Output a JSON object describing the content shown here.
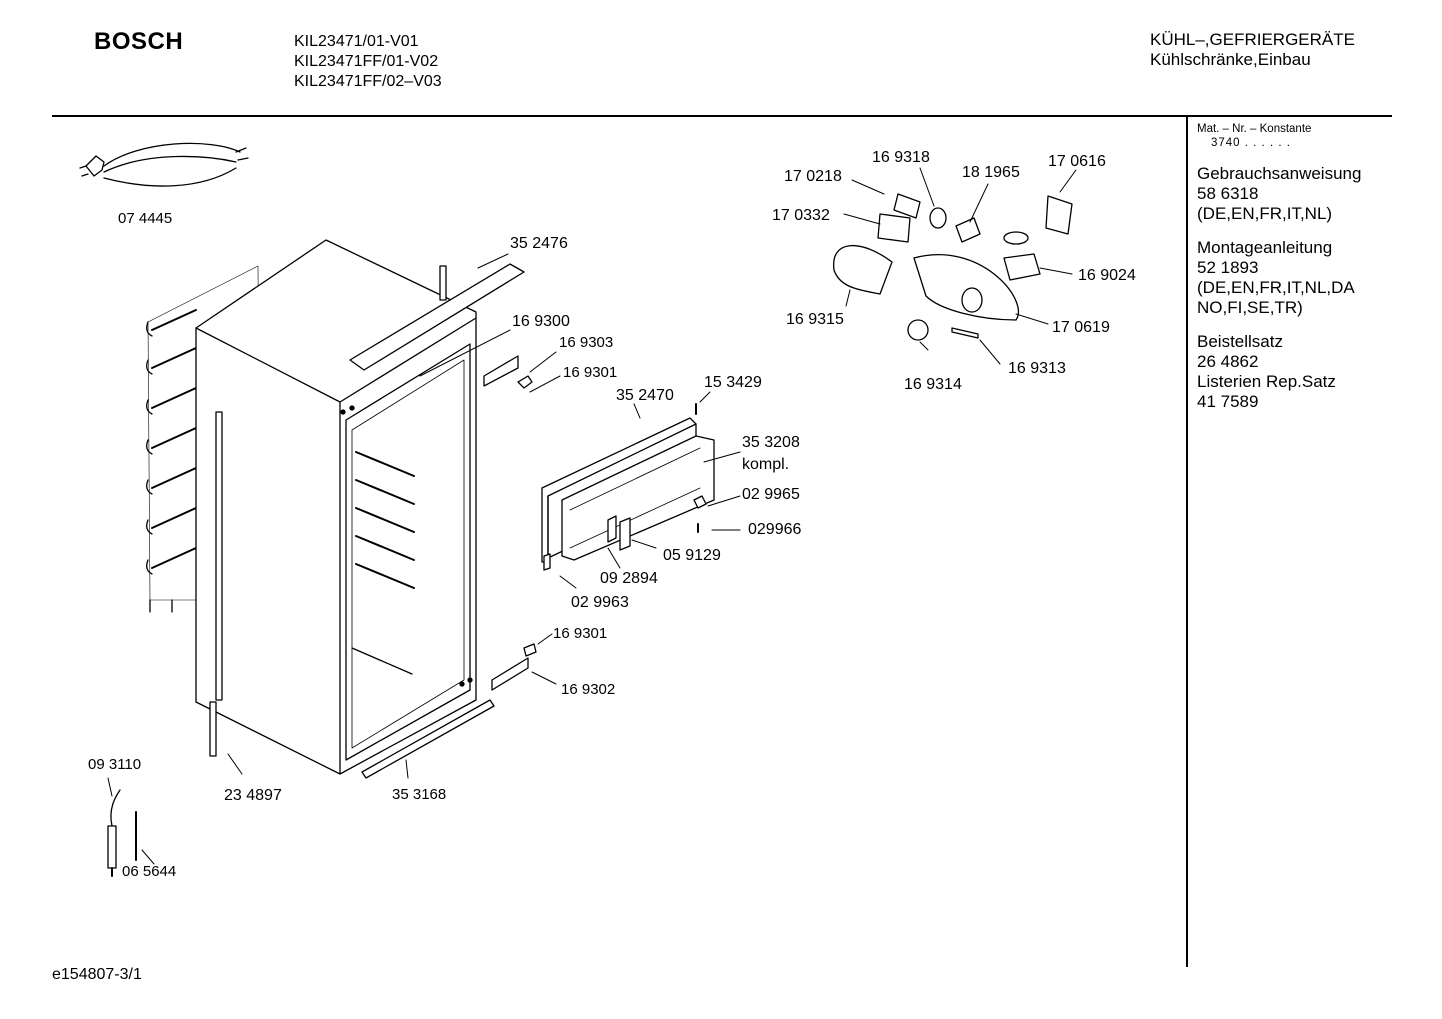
{
  "header": {
    "brand": "BOSCH",
    "models": [
      "KIL23471/01-V01",
      "KIL23471FF/01-V02",
      "KIL23471FF/02–V03"
    ],
    "category_line1": "KÜHL–,GEFRIERGERÄTE",
    "category_line2": "Kühlschränke,Einbau"
  },
  "sidebar": {
    "mat_nr_label": "Mat. – Nr. – Konstante",
    "mat_nr_value": "3740  .  .  .  .  .  .",
    "blocks": [
      {
        "lines": [
          "Gebrauchsanweisung",
          "58 6318",
          "(DE,EN,FR,IT,NL)"
        ]
      },
      {
        "lines": [
          "Montageanleitung",
          "52 1893",
          "(DE,EN,FR,IT,NL,DA",
          "NO,FI,SE,TR)"
        ]
      },
      {
        "lines": [
          "Beistellsatz",
          "26 4862",
          "Listerien Rep.Satz",
          "41 7589"
        ]
      }
    ]
  },
  "parts": {
    "power_cord": "07 4445",
    "hinge_bar_top": "35 2476",
    "hinge_top": "16 9300",
    "hinge_bracket_top": "16 9303",
    "hinge_pin_top": "16 9301",
    "freezer_door_frame": "35 2470",
    "screw": "15 3429",
    "freezer_door": "35 3208",
    "freezer_door_kompl": "kompl.",
    "latch": "02 9965",
    "latch_screw": "029966",
    "door_hinge_part": "05 9129",
    "door_hinge": "09 2894",
    "door_clip": "02 9963",
    "hinge_pin_bottom": "16 9301",
    "hinge_bottom": "16 9302",
    "side_strip": "23 4897",
    "bottom_strip": "35 3168",
    "cable_set": "09 3110",
    "sensor": "06 5644",
    "lamp_socket": "17 0218",
    "lamp_ring": "16 9318",
    "thermostat_knob_part": "18 1965",
    "switch_cover": "17 0616",
    "label": "17 0332",
    "thermostat": "16 9024",
    "lamp_cover": "16 9315",
    "light_housing": "17 0619",
    "knob": "16 9314",
    "push_button": "16 9313"
  },
  "footer": {
    "doc_id": "e154807-3/1"
  }
}
